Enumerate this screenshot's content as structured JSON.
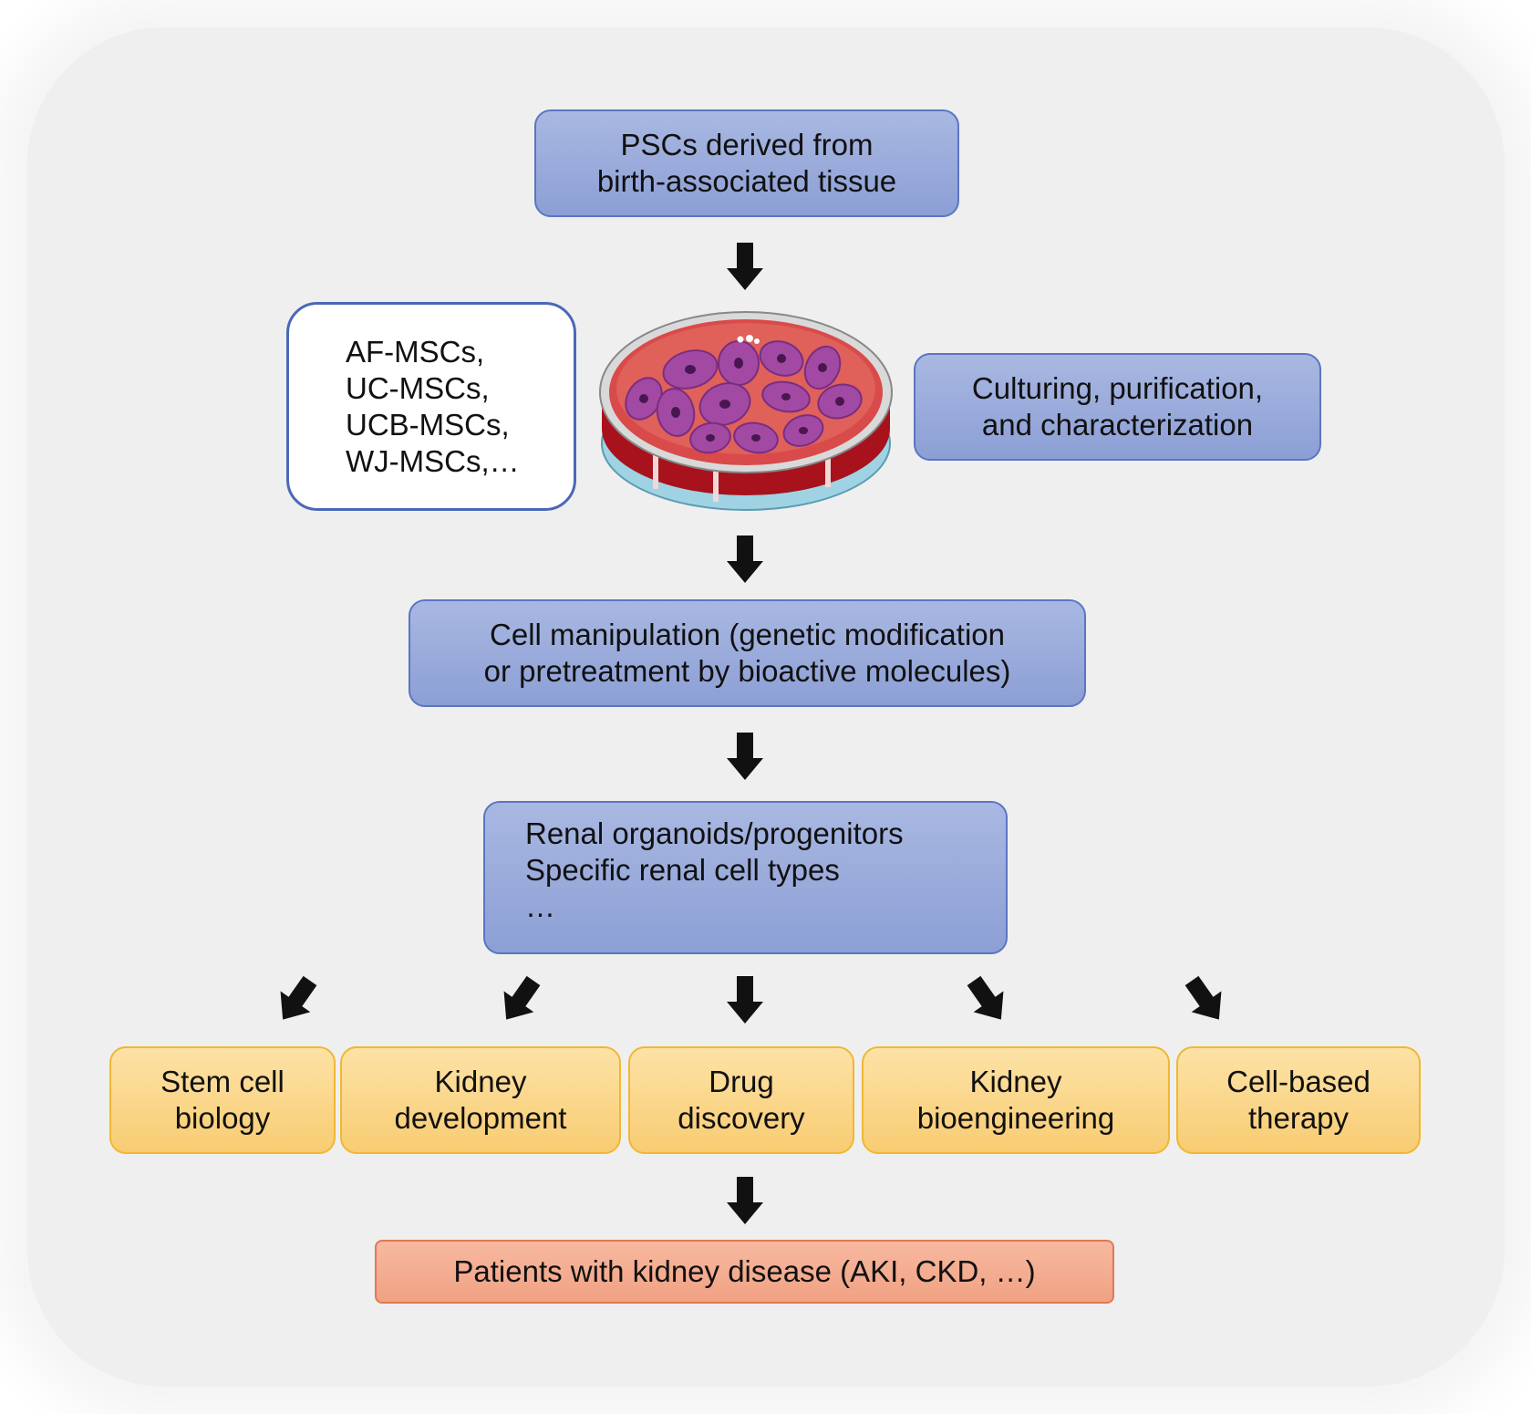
{
  "source_box": {
    "lines": [
      "PSCs derived from",
      "birth-associated tissue"
    ]
  },
  "msc_list_box": {
    "lines": [
      "AF-MSCs,",
      "UC-MSCs,",
      "UCB-MSCs,",
      "WJ-MSCs,…"
    ]
  },
  "culture_box": {
    "lines": [
      "Culturing, purification,",
      "and characterization"
    ]
  },
  "manipulation_box": {
    "lines": [
      "Cell manipulation (genetic modification",
      "or pretreatment by bioactive molecules)"
    ]
  },
  "renal_box": {
    "lines": [
      "Renal organoids/progenitors",
      "Specific renal cell types",
      "…"
    ]
  },
  "applications": [
    {
      "lines": [
        "Stem cell",
        "biology"
      ]
    },
    {
      "lines": [
        "Kidney",
        "development"
      ]
    },
    {
      "lines": [
        "Drug",
        "discovery"
      ]
    },
    {
      "lines": [
        "Kidney",
        "bioengineering"
      ]
    },
    {
      "lines": [
        "Cell-based",
        "therapy"
      ]
    }
  ],
  "patients_box": {
    "label": "Patients with kidney disease (AKI, CKD, …)"
  },
  "colors": {
    "process_box": "#99ace0",
    "application_box": "#fad48a",
    "outcome_box": "#f4ab8f",
    "dish_red": "#c8202a",
    "cell_purple": "#a24aa3"
  },
  "icons": {
    "culture": "petri-dish-with-cells-icon",
    "arrow": "down-arrow-icon"
  }
}
